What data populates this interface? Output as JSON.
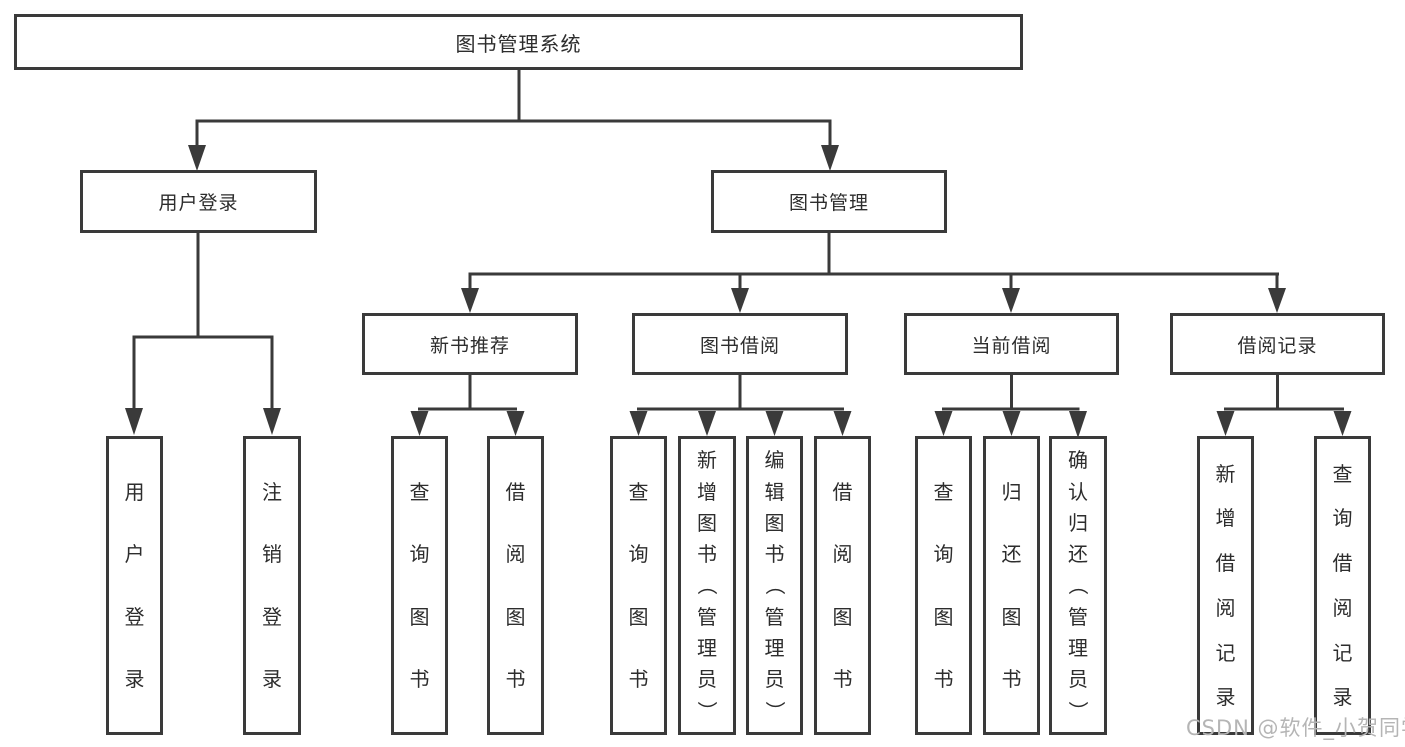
{
  "colors": {
    "line": "#3a3a3a",
    "text": "#2d2d2d",
    "background": "#ffffff",
    "box_background": "#ffffff",
    "watermark": "#b5b5b5"
  },
  "watermark": "CSDN @软件_小贺同学",
  "tree": {
    "root": "图书管理系统",
    "user_branch": {
      "label": "用户登录",
      "leaves": [
        "用户登录",
        "注销登录"
      ]
    },
    "book_branch": {
      "label": "图书管理",
      "groups": [
        {
          "label": "新书推荐",
          "leaves": [
            "查询图书",
            "借阅图书"
          ]
        },
        {
          "label": "图书借阅",
          "leaves": [
            "查询图书",
            "新增图书（管理员）",
            "编辑图书（管理员）",
            "借阅图书"
          ]
        },
        {
          "label": "当前借阅",
          "leaves": [
            "查询图书",
            "归还图书",
            "确认归还（管理员）"
          ]
        },
        {
          "label": "借阅记录",
          "leaves": [
            "新增借阅记录",
            "查询借阅记录"
          ]
        }
      ]
    }
  }
}
